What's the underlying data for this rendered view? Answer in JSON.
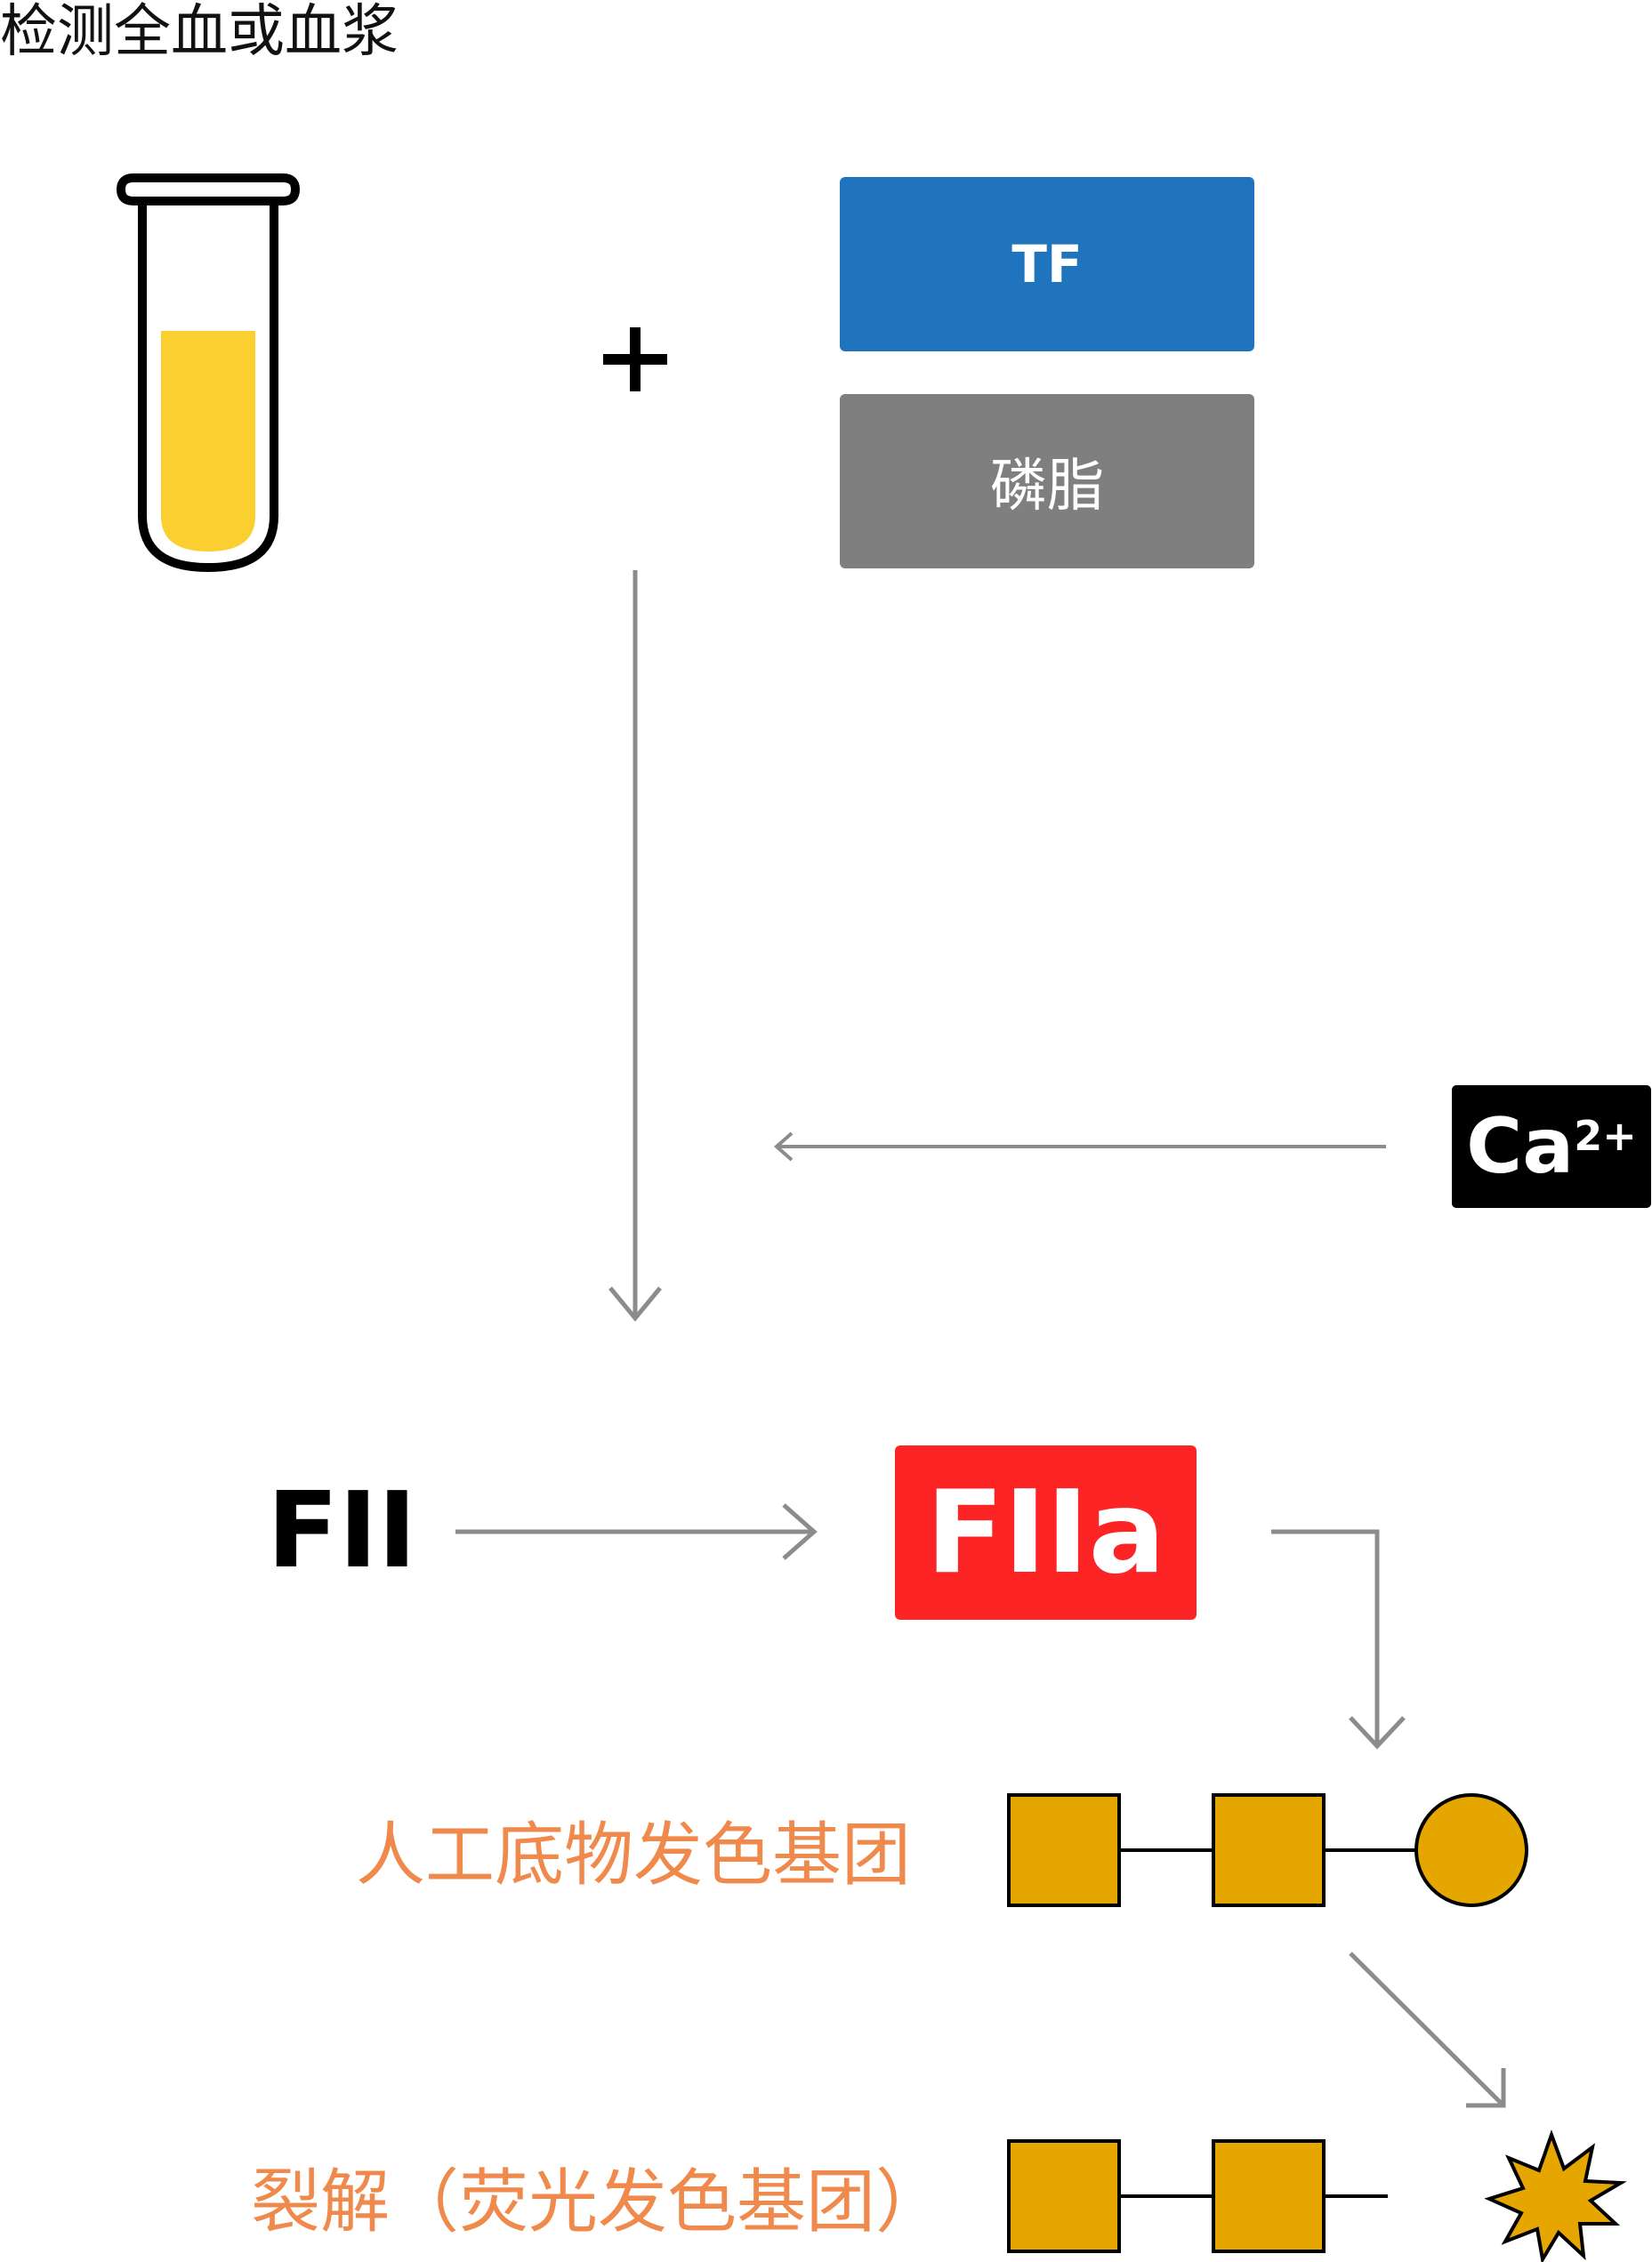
{
  "title": "检测全血或血浆",
  "plus_sign": "+",
  "reagents": {
    "tf_label": "TF",
    "phospholipid_label": "磷脂"
  },
  "calcium": {
    "base": "Ca",
    "superscript": "2+"
  },
  "reaction": {
    "fii_label": "FII",
    "fiia_label": "FIIa"
  },
  "substrate": {
    "label": "人工底物发色基团",
    "cleaved_label": "裂解（荧光发色基团）"
  },
  "colors": {
    "tube_outline": "#000000",
    "tube_fill": "#fccf31",
    "tf": "#1f74bd",
    "phospholipid": "#7f7f7f",
    "fiia": "#fc2424",
    "arrow": "#8c8c8c",
    "substrate_unit": "#e6a600",
    "orange_text": "#ef8a4c"
  }
}
